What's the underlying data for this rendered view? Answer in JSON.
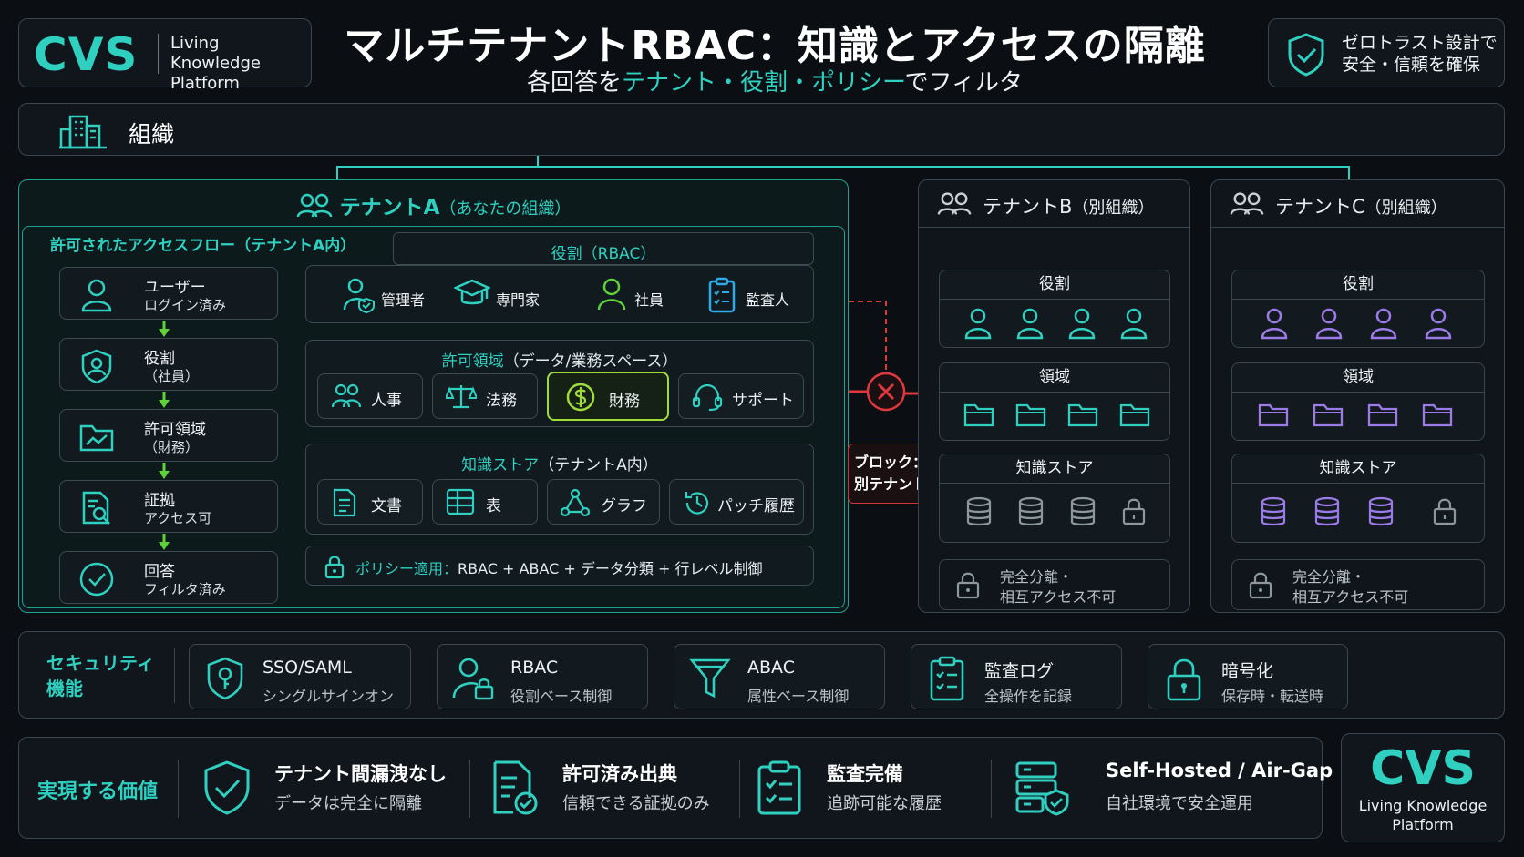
{
  "header": {
    "logo_text": "CVS",
    "logo_line1": "Living Knowledge",
    "logo_line2": "Platform",
    "title": "マルチテナントRBAC：知識とアクセスの隔離",
    "subtitle_pre": "各回答を",
    "subtitle_highlight": "テナント・役割・ポリシー",
    "subtitle_post": "でフィルタ",
    "trust_line1": "ゼロトラスト設計で",
    "trust_line2": "安全・信頼を確保"
  },
  "org": {
    "label": "組織"
  },
  "tenant_a": {
    "title": "テナントA",
    "title_sub": "（あなたの組織）",
    "flow_heading": "許可されたアクセスフロー（テナントA内）",
    "flow_steps": [
      {
        "icon": "user-icon",
        "line1": "ユーザー",
        "line2": "ログイン済み"
      },
      {
        "icon": "role-shield-icon",
        "line1": "役割",
        "line2": "（社員）"
      },
      {
        "icon": "folder-icon",
        "line1": "許可領域",
        "line2": "（財務）"
      },
      {
        "icon": "evidence-search-icon",
        "line1": "証拠",
        "line2": "アクセス可"
      },
      {
        "icon": "check-circle-icon",
        "line1": "回答",
        "line2": "フィルタ済み"
      }
    ],
    "roles_title": "役割（RBAC）",
    "roles": [
      {
        "icon": "admin-icon",
        "label": "管理者"
      },
      {
        "icon": "graduation-cap-icon",
        "label": "専門家"
      },
      {
        "icon": "employee-icon",
        "label": "社員"
      },
      {
        "icon": "clipboard-icon",
        "label": "監査人"
      }
    ],
    "domains_title_highlight": "許可領域",
    "domains_title_rest": "（データ/業務スペース）",
    "domains": [
      {
        "icon": "people-icon",
        "label": "人事",
        "active": false
      },
      {
        "icon": "scales-icon",
        "label": "法務",
        "active": false
      },
      {
        "icon": "dollar-icon",
        "label": "財務",
        "active": true
      },
      {
        "icon": "headset-icon",
        "label": "サポート",
        "active": false
      }
    ],
    "store_title_highlight": "知識ストア",
    "store_title_rest": "（テナントA内）",
    "store_items": [
      {
        "icon": "document-icon",
        "label": "文書"
      },
      {
        "icon": "table-icon",
        "label": "表"
      },
      {
        "icon": "graph-icon",
        "label": "グラフ"
      },
      {
        "icon": "history-icon",
        "label": "パッチ履歴"
      }
    ],
    "policy_highlight": "ポリシー適用：",
    "policy_rest": "RBAC + ABAC + データ分類 + 行レベル制御"
  },
  "block": {
    "line1": "ブロック：",
    "line2": "別テナント"
  },
  "tenant_b": {
    "title": "テナントB",
    "title_sub": "（別組織）",
    "roles_label": "役割",
    "domains_label": "領域",
    "store_label": "知識ストア",
    "iso_line1": "完全分離・",
    "iso_line2": "相互アクセス不可",
    "color": "#2fd0c0"
  },
  "tenant_c": {
    "title": "テナントC",
    "title_sub": "（別組織）",
    "roles_label": "役割",
    "domains_label": "領域",
    "store_label": "知識ストア",
    "iso_line1": "完全分離・",
    "iso_line2": "相互アクセス不可",
    "color": "#9b7be8"
  },
  "security": {
    "heading_line1": "セキュリティ",
    "heading_line2": "機能",
    "items": [
      {
        "icon": "key-shield-icon",
        "line1": "SSO/SAML",
        "line2": "シングルサインオン"
      },
      {
        "icon": "user-lock-icon",
        "line1": "RBAC",
        "line2": "役割ベース制御"
      },
      {
        "icon": "funnel-icon",
        "line1": "ABAC",
        "line2": "属性ベース制御"
      },
      {
        "icon": "clipboard-list-icon",
        "line1": "監査ログ",
        "line2": "全操作を記録"
      },
      {
        "icon": "lock-icon",
        "line1": "暗号化",
        "line2": "保存時・転送時"
      }
    ]
  },
  "values": {
    "heading": "実現する価値",
    "items": [
      {
        "icon": "shield-check-icon",
        "line1": "テナント間漏洩なし",
        "line2": "データは完全に隔離"
      },
      {
        "icon": "doc-check-icon",
        "line1": "許可済み出典",
        "line2": "信頼できる証拠のみ"
      },
      {
        "icon": "clipboard-check-icon",
        "line1": "監査完備",
        "line2": "追跡可能な履歴"
      },
      {
        "icon": "server-shield-icon",
        "line1": "Self-Hosted / Air-Gap",
        "line2": "自社環境で安全運用"
      }
    ],
    "logo_text": "CVS",
    "logo_line1": "Living Knowledge",
    "logo_line2": "Platform"
  },
  "colors": {
    "accent": "#2fd0c0",
    "block": "#e0383e",
    "active_border": "#9fdc3a",
    "tenant_c": "#9b7be8"
  }
}
